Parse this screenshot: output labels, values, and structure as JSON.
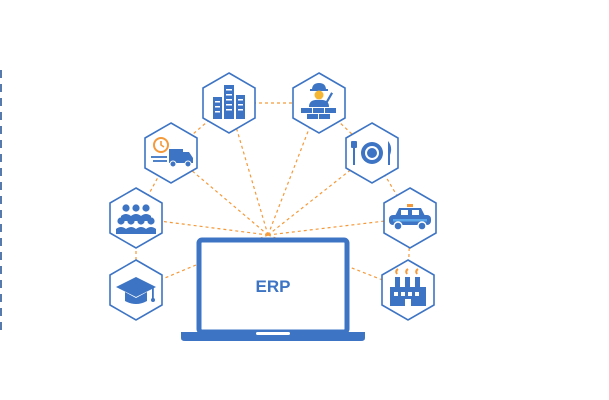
{
  "diagram": {
    "center_label": "ERP",
    "colors": {
      "primary": "#3d74c4",
      "connector": "#f59a3b",
      "hex_fill": "#ffffff",
      "background": "#ffffff",
      "left_border": "#1f4f8f",
      "accent_orange": "#f59a3b",
      "accent_yellow": "#f5b731",
      "accent_blue_light": "#5aa6e8"
    },
    "nodes": [
      {
        "id": "education",
        "icon": "graduation-cap-icon"
      },
      {
        "id": "community",
        "icon": "people-group-icon"
      },
      {
        "id": "logistics",
        "icon": "delivery-truck-clock-icon"
      },
      {
        "id": "it-servers",
        "icon": "server-racks-icon"
      },
      {
        "id": "construction",
        "icon": "construction-worker-icon"
      },
      {
        "id": "food-service",
        "icon": "plate-fork-knife-icon"
      },
      {
        "id": "automotive",
        "icon": "car-icon"
      },
      {
        "id": "manufacturing",
        "icon": "factory-icon"
      }
    ]
  }
}
